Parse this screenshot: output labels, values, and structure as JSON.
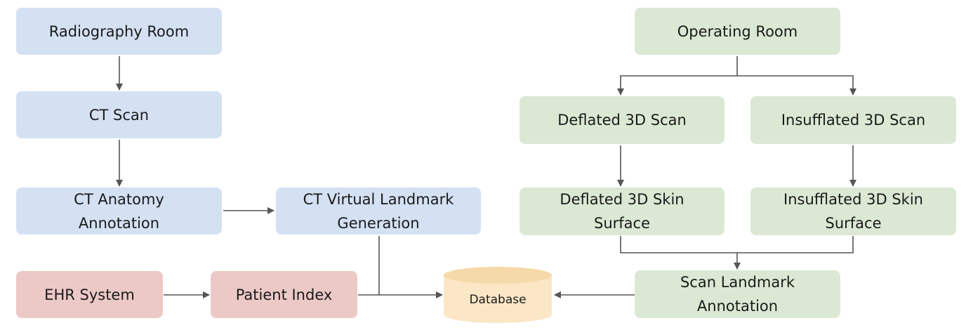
{
  "nodes": {
    "radiography_room": "Radiography Room",
    "ct_scan": "CT Scan",
    "ct_anatomy_annotation": "CT Anatomy Annotation",
    "ct_virtual_landmark_generation": "CT Virtual Landmark Generation",
    "ehr_system": "EHR System",
    "patient_index": "Patient Index",
    "database": "Database",
    "operating_room": "Operating Room",
    "deflated_3d_scan": "Deflated 3D Scan",
    "insufflated_3d_scan": "Insufflated 3D Scan",
    "deflated_3d_skin_surface": "Deflated 3D Skin Surface",
    "insufflated_3d_skin_surface": "Insufflated 3D Skin Surface",
    "scan_landmark_annotation": "Scan Landmark Annotation"
  },
  "colors": {
    "radiography_group": "#d4e1f3",
    "operating_group": "#dbe9d4",
    "records_group": "#ecc9c7",
    "database": "#fbe7c6",
    "connector": "#555555"
  }
}
